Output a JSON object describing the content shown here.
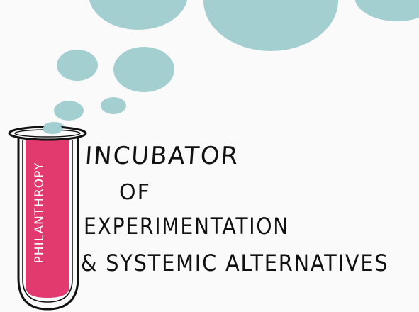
{
  "colors": {
    "bubble": "#a4cfd0",
    "tube_fill": "#e2396f",
    "outline": "#111111",
    "background": "#fafafa"
  },
  "tube": {
    "label": "PHILANTHROPY"
  },
  "headline": {
    "line1": "INCUBATOR",
    "line2": "OF",
    "line3": "EXPERIMENTATION",
    "line4": "& SYSTEMIC ALTERNATIVES"
  }
}
